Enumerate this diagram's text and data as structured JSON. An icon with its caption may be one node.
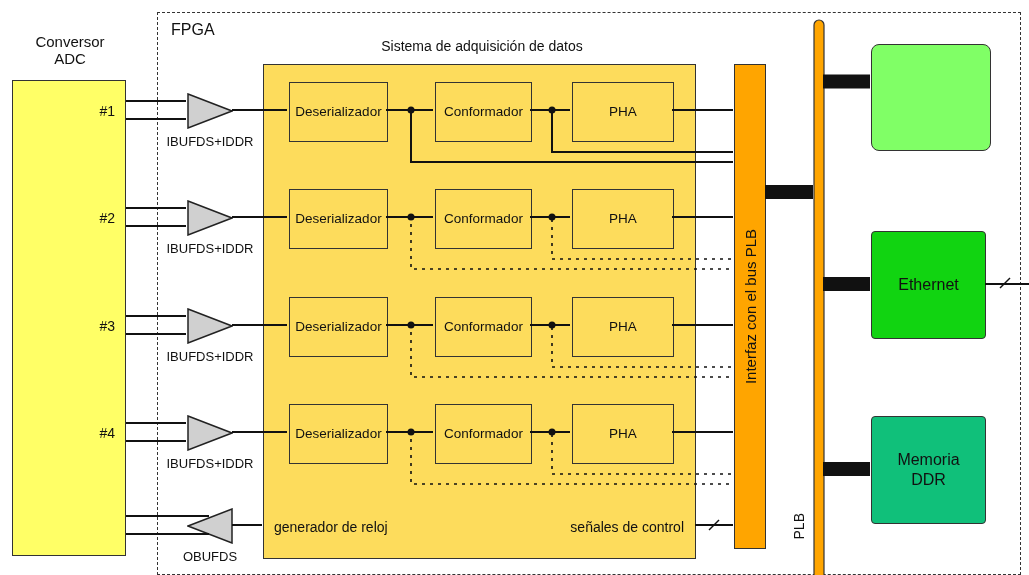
{
  "diagram": {
    "nodes": [
      {
        "text": [
          "FPGA"
        ]
      },
      {
        "text": [
          "Conversor ADC",
          "#1",
          "#2",
          "#3",
          "#4"
        ]
      },
      {
        "text": [
          "Sistema de adquisición de datos",
          "generador de reloj",
          "señales de control"
        ],
        "in": 0
      },
      {
        "text": [],
        "shape": "triangle",
        "beside": [
          "IBUFDS+IDDR"
        ],
        "in": 0
      },
      {
        "text": [
          "Deserializador"
        ],
        "in": 2
      },
      {
        "text": [
          "Conformador"
        ],
        "in": 2
      },
      {
        "text": [
          "PHA"
        ],
        "in": 2
      },
      {
        "text": [],
        "shape": "triangle",
        "beside": [
          "IBUFDS+IDDR"
        ],
        "in": 0
      },
      {
        "text": [
          "Deserializador"
        ],
        "in": 2
      },
      {
        "text": [
          "Conformador"
        ],
        "in": 2
      },
      {
        "text": [
          "PHA"
        ],
        "in": 2
      },
      {
        "text": [],
        "shape": "triangle",
        "beside": [
          "IBUFDS+IDDR"
        ],
        "in": 0
      },
      {
        "text": [
          "Deserializador"
        ],
        "in": 2
      },
      {
        "text": [
          "Conformador"
        ],
        "in": 2
      },
      {
        "text": [
          "PHA"
        ],
        "in": 2
      },
      {
        "text": [],
        "shape": "triangle",
        "beside": [
          "IBUFDS+IDDR"
        ],
        "in": 0
      },
      {
        "text": [
          "Deserializador"
        ],
        "in": 2
      },
      {
        "text": [
          "Conformador"
        ],
        "in": 2
      },
      {
        "text": [
          "PHA"
        ],
        "in": 2
      },
      {
        "text": [],
        "shape": "triangle",
        "beside": [
          "OBUFDS"
        ],
        "in": 0
      },
      {
        "text": [
          "Interfaz con el bus PLB"
        ],
        "in": 0
      },
      {
        "text": [],
        "shape": "bar",
        "beside": [
          "PLB"
        ],
        "in": 0
      },
      {
        "text": [],
        "shape": "box",
        "in": 0
      },
      {
        "text": [
          "Ethernet"
        ],
        "in": 0
      },
      {
        "text": [
          "Memoria DDR"
        ],
        "in": 0
      }
    ],
    "edges": [
      {
        "from": 1,
        "to": 3,
        "arrow": "none"
      },
      {
        "from": 1,
        "to": 3,
        "arrow": "none"
      },
      {
        "from": 3,
        "to": 4,
        "arrow": "none"
      },
      {
        "from": 4,
        "to": 5,
        "arrow": "none"
      },
      {
        "from": 5,
        "to": 6,
        "arrow": "none"
      },
      {
        "from": 6,
        "to": 20,
        "arrow": "none"
      },
      {
        "from": 4,
        "to": 20,
        "arrow": "none"
      },
      {
        "from": 5,
        "to": 20,
        "arrow": "none"
      },
      {
        "from": 1,
        "to": 7,
        "arrow": "none"
      },
      {
        "from": 1,
        "to": 7,
        "arrow": "none"
      },
      {
        "from": 7,
        "to": 8,
        "arrow": "none"
      },
      {
        "from": 8,
        "to": 9,
        "arrow": "none"
      },
      {
        "from": 9,
        "to": 10,
        "arrow": "none"
      },
      {
        "from": 10,
        "to": 20,
        "arrow": "none"
      },
      {
        "from": 8,
        "to": 20,
        "arrow": "none",
        "style": "dashed"
      },
      {
        "from": 9,
        "to": 20,
        "arrow": "none",
        "style": "dashed"
      },
      {
        "from": 1,
        "to": 11,
        "arrow": "none"
      },
      {
        "from": 1,
        "to": 11,
        "arrow": "none"
      },
      {
        "from": 11,
        "to": 12,
        "arrow": "none"
      },
      {
        "from": 12,
        "to": 13,
        "arrow": "none"
      },
      {
        "from": 13,
        "to": 14,
        "arrow": "none"
      },
      {
        "from": 14,
        "to": 20,
        "arrow": "none"
      },
      {
        "from": 12,
        "to": 20,
        "arrow": "none",
        "style": "dashed"
      },
      {
        "from": 13,
        "to": 20,
        "arrow": "none",
        "style": "dashed"
      },
      {
        "from": 1,
        "to": 15,
        "arrow": "none"
      },
      {
        "from": 1,
        "to": 15,
        "arrow": "none"
      },
      {
        "from": 15,
        "to": 16,
        "arrow": "none"
      },
      {
        "from": 16,
        "to": 17,
        "arrow": "none"
      },
      {
        "from": 17,
        "to": 18,
        "arrow": "none"
      },
      {
        "from": 18,
        "to": 20,
        "arrow": "none"
      },
      {
        "from": 16,
        "to": 20,
        "arrow": "none",
        "style": "dashed"
      },
      {
        "from": 17,
        "to": 20,
        "arrow": "none",
        "style": "dashed"
      },
      {
        "from": 2,
        "to": 19,
        "arrow": "none"
      },
      {
        "from": 19,
        "to": 1,
        "arrow": "none"
      },
      {
        "from": 19,
        "to": 1,
        "arrow": "none"
      },
      {
        "from": 2,
        "to": 20,
        "arrow": "none"
      },
      {
        "from": 20,
        "to": 21,
        "arrow": "none",
        "style": "thick"
      },
      {
        "from": 21,
        "to": 22,
        "arrow": "none",
        "style": "thick"
      },
      {
        "from": 21,
        "to": 23,
        "arrow": "none",
        "style": "thick"
      },
      {
        "from": 21,
        "to": 24,
        "arrow": "none",
        "style": "thick"
      },
      {
        "from": 23,
        "to": null,
        "arrow": "none"
      }
    ]
  }
}
